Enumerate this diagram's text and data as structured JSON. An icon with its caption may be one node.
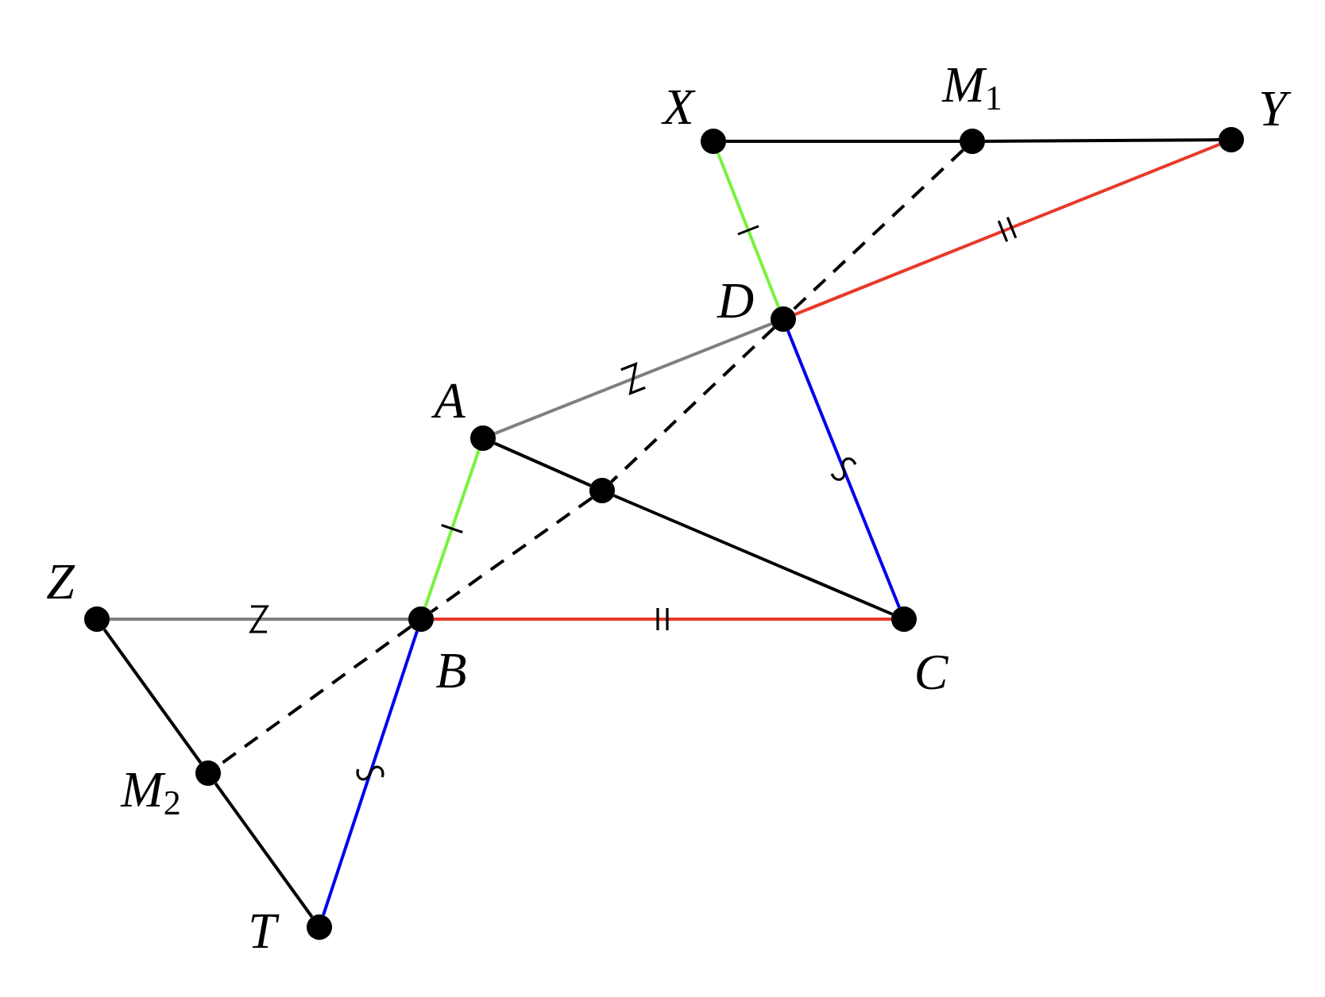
{
  "diagram": {
    "nodes": [
      {
        "text": [],
        "shape": "circle",
        "beside": [
          "X"
        ]
      },
      {
        "text": [],
        "shape": "circle",
        "beside": [
          "M$_{1}$"
        ]
      },
      {
        "text": [],
        "shape": "circle",
        "beside": [
          "Y"
        ]
      },
      {
        "text": [],
        "shape": "circle",
        "beside": [
          "D"
        ]
      },
      {
        "text": [],
        "shape": "circle",
        "beside": [
          "A"
        ]
      },
      {
        "text": [],
        "shape": "circle"
      },
      {
        "text": [],
        "shape": "circle",
        "beside": [
          "Z"
        ]
      },
      {
        "text": [],
        "shape": "circle",
        "beside": [
          "B"
        ]
      },
      {
        "text": [],
        "shape": "circle",
        "beside": [
          "C"
        ]
      },
      {
        "text": [],
        "shape": "circle",
        "beside": [
          "M$_{2}$"
        ]
      },
      {
        "text": [],
        "shape": "circle",
        "beside": [
          "T"
        ]
      }
    ],
    "edges": [
      {
        "from": 0,
        "to": 1,
        "arrow": "none"
      },
      {
        "from": 1,
        "to": 2,
        "arrow": "none"
      },
      {
        "from": 0,
        "to": 3,
        "arrow": "none",
        "color": "#77f23c"
      },
      {
        "from": 3,
        "to": 2,
        "arrow": "none",
        "color": "#e8392a"
      },
      {
        "from": 1,
        "to": 3,
        "arrow": "none",
        "style": "dashed"
      },
      {
        "from": 3,
        "to": 4,
        "arrow": "none",
        "color": "#808080"
      },
      {
        "from": 3,
        "to": 8,
        "arrow": "none",
        "color": "#0000ee"
      },
      {
        "from": 3,
        "to": 5,
        "arrow": "none",
        "style": "dashed"
      },
      {
        "from": 4,
        "to": 5,
        "arrow": "none"
      },
      {
        "from": 5,
        "to": 8,
        "arrow": "none"
      },
      {
        "from": 4,
        "to": 7,
        "arrow": "none",
        "color": "#77f23c"
      },
      {
        "from": 5,
        "to": 7,
        "arrow": "none",
        "style": "dashed"
      },
      {
        "from": 6,
        "to": 7,
        "arrow": "none",
        "color": "#808080"
      },
      {
        "from": 7,
        "to": 8,
        "arrow": "none",
        "color": "#e8392a"
      },
      {
        "from": 7,
        "to": 9,
        "arrow": "none",
        "style": "dashed"
      },
      {
        "from": 6,
        "to": 9,
        "arrow": "none"
      },
      {
        "from": 9,
        "to": 10,
        "arrow": "none"
      },
      {
        "from": 7,
        "to": 10,
        "arrow": "none",
        "color": "#0000ee"
      }
    ]
  }
}
